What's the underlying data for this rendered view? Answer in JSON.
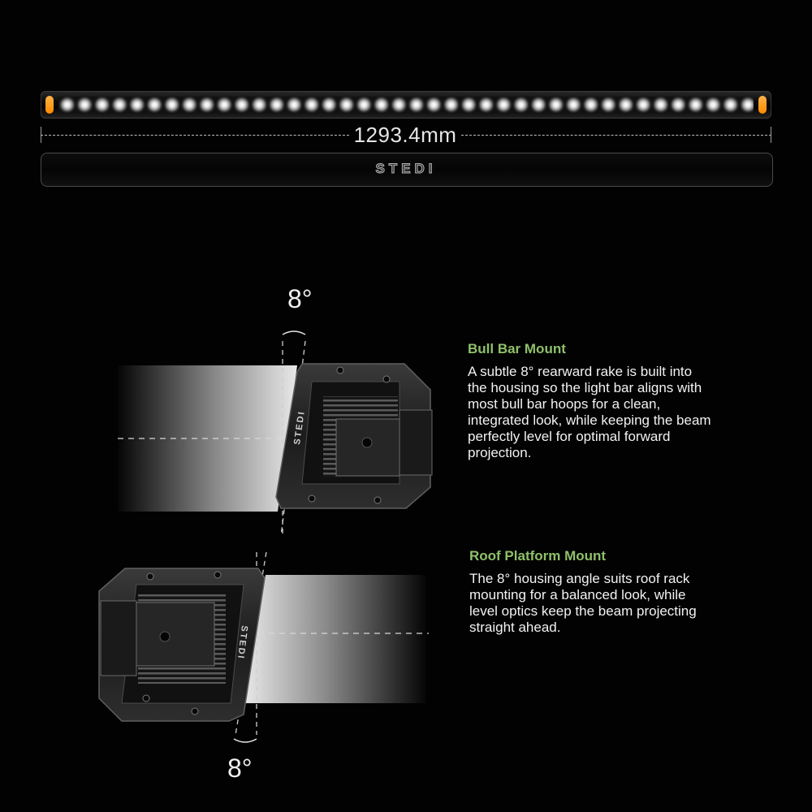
{
  "dimension": {
    "length_label": "1293.4mm"
  },
  "brand": {
    "logo_text": "STEDI"
  },
  "colors": {
    "accent_green": "#8fc06a",
    "amber": "#ff9a1a",
    "background": "#020202"
  },
  "bull_bar": {
    "angle_label": "8°",
    "title": "Bull Bar Mount",
    "description": "A subtle 8° rearward rake is built into the housing so the light bar aligns with most bull bar hoops for a clean, integrated look, while keeping the beam perfectly level for optimal forward projection."
  },
  "roof_platform": {
    "angle_label": "8°",
    "title": "Roof Platform Mount",
    "description": "The 8° housing angle suits roof rack mounting for a balanced look, while level optics keep the beam projecting straight ahead."
  }
}
